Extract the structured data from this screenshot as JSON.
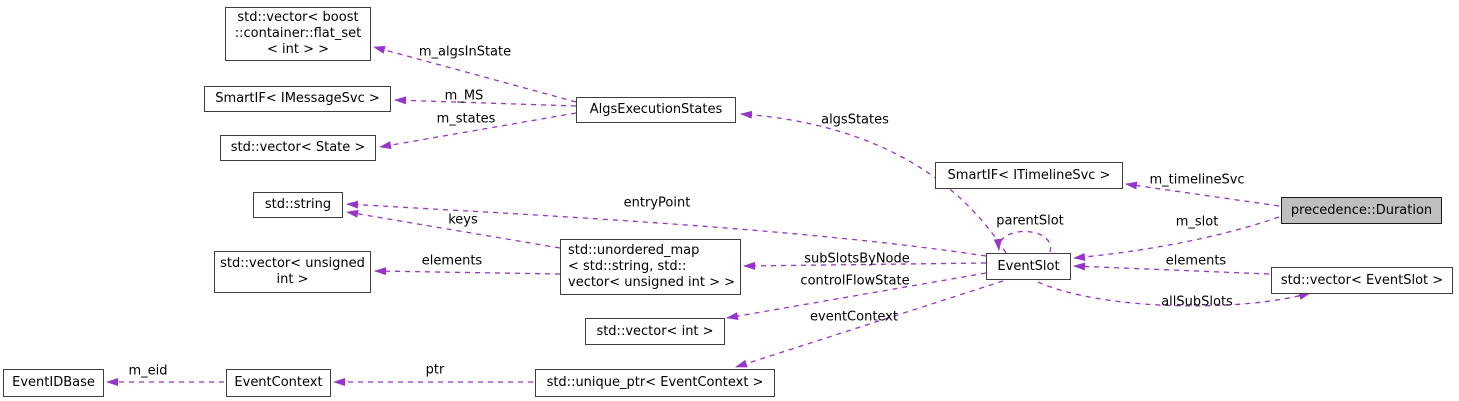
{
  "diagram": {
    "type": "collaboration-graph",
    "nodes": [
      {
        "label": "std::vector< boost\n::container::flat_set\n< int > >"
      },
      {
        "label": "SmartIF< IMessageSvc >"
      },
      {
        "label": "std::vector< State >"
      },
      {
        "label": "AlgsExecutionStates"
      },
      {
        "label": "std::string"
      },
      {
        "label": "std::vector< unsigned\nint >"
      },
      {
        "label": "std::unordered_map\n< std::string, std::\nvector< unsigned int > >"
      },
      {
        "label": "std::vector< int >"
      },
      {
        "label": "EventIDBase"
      },
      {
        "label": "EventContext"
      },
      {
        "label": "std::unique_ptr< EventContext >"
      },
      {
        "label": "SmartIF< ITimelineSvc >"
      },
      {
        "label": "EventSlot"
      },
      {
        "label": "precedence::Duration",
        "highlighted": true
      },
      {
        "label": "std::vector< EventSlot >"
      }
    ],
    "edges": [
      {
        "label": "m_algsInState",
        "from": "AlgsExecutionStates",
        "to": "std::vector< boost::container::flat_set< int > >"
      },
      {
        "label": "m_MS",
        "from": "AlgsExecutionStates",
        "to": "SmartIF< IMessageSvc >"
      },
      {
        "label": "m_states",
        "from": "AlgsExecutionStates",
        "to": "std::vector< State >"
      },
      {
        "label": "algsStates",
        "from": "EventSlot",
        "to": "AlgsExecutionStates"
      },
      {
        "label": "entryPoint",
        "from": "EventSlot",
        "to": "std::string"
      },
      {
        "label": "keys",
        "from": "std::unordered_map< std::string, std::vector< unsigned int > >",
        "to": "std::string"
      },
      {
        "label": "elements",
        "from": "std::unordered_map< std::string, std::vector< unsigned int > >",
        "to": "std::vector< unsigned int >"
      },
      {
        "label": "subSlotsByNode",
        "from": "EventSlot",
        "to": "std::unordered_map< std::string, std::vector< unsigned int > >"
      },
      {
        "label": "controlFlowState",
        "from": "EventSlot",
        "to": "std::vector< int >"
      },
      {
        "label": "eventContext",
        "from": "EventSlot",
        "to": "std::unique_ptr< EventContext >"
      },
      {
        "label": "ptr",
        "from": "std::unique_ptr< EventContext >",
        "to": "EventContext"
      },
      {
        "label": "m_eid",
        "from": "EventContext",
        "to": "EventIDBase"
      },
      {
        "label": "m_timelineSvc",
        "from": "precedence::Duration",
        "to": "SmartIF< ITimelineSvc >"
      },
      {
        "label": "m_slot",
        "from": "precedence::Duration",
        "to": "EventSlot"
      },
      {
        "label": "elements",
        "from": "std::vector< EventSlot >",
        "to": "EventSlot"
      },
      {
        "label": "allSubSlots",
        "from": "EventSlot",
        "to": "std::vector< EventSlot >"
      },
      {
        "label": "parentSlot",
        "from": "EventSlot",
        "to": "EventSlot"
      }
    ]
  },
  "colors": {
    "edge": "#9a32cd",
    "node_border": "#3e3e3e",
    "node_fill": "#ffffff",
    "highlight_fill": "#bfbfbf",
    "text": "#000000",
    "background": "#ffffff"
  }
}
